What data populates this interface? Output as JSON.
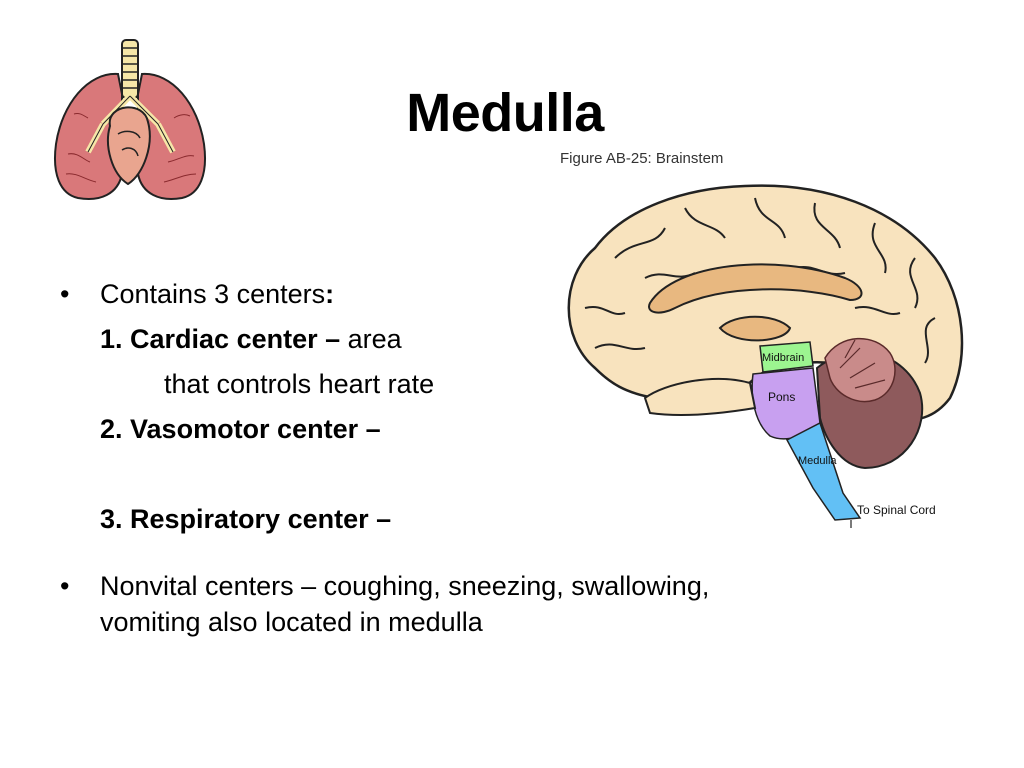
{
  "slide": {
    "title": "Medulla",
    "figure_caption": "Figure AB-25: Brainstem",
    "brain_labels": {
      "midbrain": "Midbrain",
      "pons": "Pons",
      "medulla": "Medulla",
      "spinal": "To Spinal Cord"
    },
    "bullets": {
      "b1_text": "Contains 3 centers",
      "b1_colon": ":",
      "item1_num": "1.  Cardiac center –",
      "item1_rest": " area",
      "item1_cont": "that controls heart rate",
      "item2": "2.  Vasomotor center –",
      "item3": "3.  Respiratory center –",
      "b2_line1": "Nonvital centers – coughing, sneezing, swallowing,",
      "b2_line2": "vomiting also located in medulla",
      "bullet_char": "•"
    }
  },
  "colors": {
    "brain_fill": "#F8E3BE",
    "corpus": "#E8B880",
    "midbrain": "#9CF590",
    "pons": "#C8A0F0",
    "medulla": "#62C0F5",
    "cerebellum": "#8E5A5C",
    "lung": "#D9787A"
  }
}
